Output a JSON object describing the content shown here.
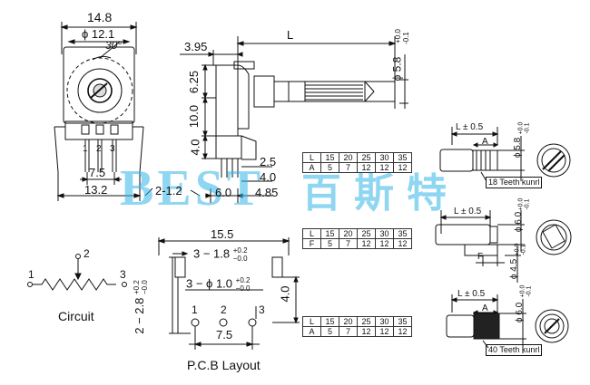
{
  "top_view": {
    "width": "14.8",
    "diameter": "ϕ 12.1",
    "angle": "30°",
    "pin_pitch": "7.5",
    "base_width": "13.2"
  },
  "side_view": {
    "offset": "3.95",
    "length": "L",
    "v1": "6.25",
    "v2": "10.0",
    "v3": "4.0",
    "d1": "2.5",
    "d2": "4.0",
    "d3": "6.0",
    "d4": "4.85",
    "pin": "2-1.2",
    "shaft_dia": "ϕ 5.8",
    "shaft_tol_up": "+0.0",
    "shaft_tol_dn": "-0.1"
  },
  "tables": [
    {
      "rows": [
        [
          "L",
          "15",
          "20",
          "25",
          "30",
          "35"
        ],
        [
          "A",
          "5",
          "7",
          "12",
          "12",
          "12"
        ]
      ]
    },
    {
      "rows": [
        [
          "L",
          "15",
          "20",
          "25",
          "30",
          "35"
        ],
        [
          "F",
          "5",
          "7",
          "12",
          "12",
          "12"
        ]
      ]
    },
    {
      "rows": [
        [
          "L",
          "15",
          "20",
          "25",
          "30",
          "35"
        ],
        [
          "A",
          "5",
          "7",
          "12",
          "12",
          "12"
        ]
      ]
    }
  ],
  "shafts": [
    {
      "tol": "L ± 0.5",
      "mark": "A",
      "dia": "ϕ 5.8",
      "tol_up": "+0.0",
      "tol_dn": "-0.1",
      "note": "18 Teeth kunrl"
    },
    {
      "tol": "L ± 0.5",
      "dia": "ϕ 6.0",
      "tol_up": "+0.0",
      "tol_dn": "-0.1",
      "mark2": "F",
      "dia2": "ϕ 4.5",
      "tol2_up": "+0.0",
      "tol2_dn": "-0.1"
    },
    {
      "tol": "L ± 0.5",
      "mark": "A",
      "dia": "ϕ 6.0",
      "tol_up": "+0.0",
      "tol_dn": "-0.1",
      "note": "40 Teeth kunrl"
    }
  ],
  "pcb": {
    "width": "15.5",
    "slot": "3 − 1.8",
    "slot_up": "+0.2",
    "slot_dn": "−0.0",
    "hole": "3 − ϕ 1.0",
    "hole_up": "+0.2",
    "hole_dn": "−0.0",
    "height": "4.0",
    "side": "2 − 2.8",
    "side_up": "+0.2",
    "side_dn": "−0.0",
    "pitch": "7.5",
    "pins": [
      "1",
      "2",
      "3"
    ],
    "caption": "P.C.B Layout"
  },
  "circuit": {
    "pins": [
      "1",
      "2",
      "3"
    ],
    "caption": "Circuit"
  },
  "watermark": {
    "latin": "BEST",
    "chinese": "百斯特"
  }
}
